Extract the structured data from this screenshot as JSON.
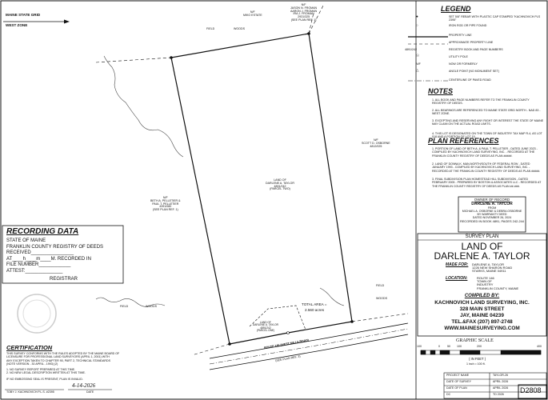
{
  "grid": {
    "top_label": "MAINE STATE GRID",
    "bottom_label": "WEST ZONE"
  },
  "abutters": {
    "north_left": "N/F\nMIKO ESTATE",
    "north_right": "N/F\nJASON N. FROMAN\nAARON J. FROMAN\nIRA J. FROMAN\n2931/325\n(SEE PLAN REF. 1)",
    "west": "N/F\nBETH A. PELLETIER &\nPAUL T. PELLETIER\n4391/080\n(SEE PLAN REF. 1)",
    "east": "N/F\nSCOTT D. OSBORNE\n4812/025",
    "parcel": "LAND OF\nDARLENE A. TAYLOR\n4891/242\n(PARCEL TWO)",
    "parcel_lower": "LAND OF\nDARLENE A. TAYLOR\n4891/242\n(PARCEL ONE)"
  },
  "total_area": {
    "label": "TOTAL AREA =",
    "value": "2.560 acres"
  },
  "field_labels": [
    "FIELD",
    "WOODS",
    "FIELD",
    "WOODS",
    "FIELD",
    "WOODS"
  ],
  "road_label": "ROUTE 146 (WEST MILLS ROAD)",
  "road_plan_ref": "(SEE PLAN REF. 3)",
  "legend": {
    "title": "LEGEND",
    "items": [
      {
        "symbol": "●",
        "text": "SET 5/8\" REBAR WITH PLASTIC CAP STAMPED \"KACHNOVICH PLS 2395\""
      },
      {
        "symbol": "○",
        "text": "IRON ROD OR PIPE FOUND"
      },
      {
        "symbol": "",
        "text": "PROPERTY LINE"
      },
      {
        "symbol": "",
        "text": "APPROXIMATE PROPERTY LINE"
      },
      {
        "symbol": "4891/242",
        "text": "REGISTRY BOOK AND PAGE NUMBERS"
      },
      {
        "symbol": "☉",
        "text": "UTILITY POLE"
      },
      {
        "symbol": "N/F",
        "text": "NOW OR FORMERLY"
      },
      {
        "symbol": "△",
        "text": "ANGLE POINT (NO MONUMENT SET)"
      },
      {
        "symbol": "",
        "text": "CENTERLINE OF PAVED ROAD"
      }
    ]
  },
  "notes": {
    "title": "NOTES",
    "items": [
      "1. ALL BOOK AND PAGE NUMBERS REFER TO THE FRANKLIN COUNTY REGISTRY OF DEEDS.",
      "2. ALL BEARINGS ARE REFERENCED TO MAINE STATE GRID NORTH - NAD 83 - WEST ZONE.",
      "3. EXCEPTING AND RESERVING ANY RIGHT OR INTEREST THE STATE OF MAINE MAY CLAIM ON THE ACTUAL ROAD LIMITS.",
      "4. THIS LOT IS DESIGNATED ON THE TOWN OF INDUSTRY TAX MAP R-4, AS LOT 018 AND A PORTION OF LOT 15."
    ]
  },
  "plan_references": {
    "title": "PLAN REFERENCES",
    "items": [
      "1. PORTION OF LAND OF BETH A. & PAUL T. PELLETIER - DATED JUNE 2023 - COMPILED BY KACHNOVICH LAND SURVEYING, INC. - RECORDED AT THE FRANKLIN COUNTY REGISTRY OF DEEDS AS PLAN #####.",
      "2. LAND OF DONNA K. MAN-NORTH/SOUTH OF FEDERAL ROW - DATED JANUARY 1993 - COMPILED BY KACHNOVICH LAND SURVEYING, INC. - RECORDED AT THE FRANKLIN COUNTY REGISTRY OF DEEDS AS PLAN #####.",
      "3. FINAL SUBDIVISION PLAN HOMESTEAD HILL SUBDIVISION - DATED FEBRUARY 2005 - PREPARED BY BOSTON & ASSOCIATES LLC - RECORDED AT THE FRANKLIN COUNTY REGISTRY OF DEEDS AS PLAN ##-###."
    ]
  },
  "owner_record": {
    "title": "OWNER OF RECORD",
    "name": "DARLENE A. TAYLOR",
    "from": "FROM",
    "grantors": "MICHAEL A. OSBORNE & DEBRA OSBORNE",
    "deed": "BY WARRANTY DEED",
    "dated": "DATED NOVEMBER 26, 2024",
    "recorded": "RECORDED IN BOOK 4891, PAGES 242-244"
  },
  "survey_plan": {
    "heading": "SURVEY PLAN",
    "title_line1": "LAND OF",
    "title_line2": "DARLENE A. TAYLOR",
    "made_for_label": "MADE FOR:",
    "made_for": "DARLENE A. TAYLOR\n1226 NEW SHARON ROAD\nSTARKS, MAINE 04911",
    "location_label": "LOCATION:",
    "location": "ROUTE 146\nTOWN OF\nINDUSTRY\nFRANKLIN COUNTY, MAINE",
    "compiled_by_label": "COMPILED BY:",
    "company": "KACHNOVICH LAND SURVEYING, INC.",
    "address1": "328 MAIN STREET",
    "address2": "JAY, MAINE 04239",
    "phone": "TEL.&FAX (207) 897-2748",
    "website": "WWW.MAINESURVEYING.COM"
  },
  "graphic_scale": {
    "title": "GRAPHIC SCALE",
    "ticks": [
      "100",
      "0",
      "50",
      "100",
      "200",
      "400"
    ],
    "units": "( IN FEET )",
    "ratio": "1 inch = 100 ft."
  },
  "project_block": {
    "rows": [
      {
        "label": "PROJECT NAME",
        "value": "TAYLOR-26"
      },
      {
        "label": "DATE OF SURVEY",
        "value": "APRIL 2026"
      },
      {
        "label": "DATE OF PLAN",
        "value": "APRIL 2026"
      },
      {
        "label": "DC",
        "value": "TD 2026"
      }
    ],
    "drawing_number": "D2808"
  },
  "recording_data": {
    "title": "RECORDING DATA",
    "lines": [
      "STATE OF MAINE",
      "FRANKLIN COUNTY REGISTRY OF DEEDS",
      "RECEIVED________________",
      "AT____h____m____M. RECORDED IN",
      "FILE NUMBER____________",
      "ATTEST:______________"
    ],
    "registrar": "REGISTRAR"
  },
  "certification": {
    "title": "CERTIFICATION",
    "lines": [
      "THIS SURVEY CONFORMS WITH THE RULES ADOPTED BY THE MAINE BOARD OF",
      "LICENSURE FOR PROFESSIONAL LAND SURVEYORS (APRIL 1, 2001) WITH",
      "ANY EXCEPTION TAKEN TO CHAPTER 90, PART 2, TECHNICAL STANDARDS",
      "(NOTE VERSION - 30 APRIL - 1993) (2)",
      "1. NO SURVEY REPORT PREPARED AT THIS TIME.",
      "2. NO NEW LEGAL DESCRIPTION WRITTEN AT THIS TIME.",
      "IF NO EMBOSSING SEAL IS PRESENT, PLAN IS INVALID."
    ],
    "signer": "TOBY J. KACHNOVICH  P.L.S. #2395",
    "date_written": "4-14-2026",
    "date_label": "DATE"
  }
}
